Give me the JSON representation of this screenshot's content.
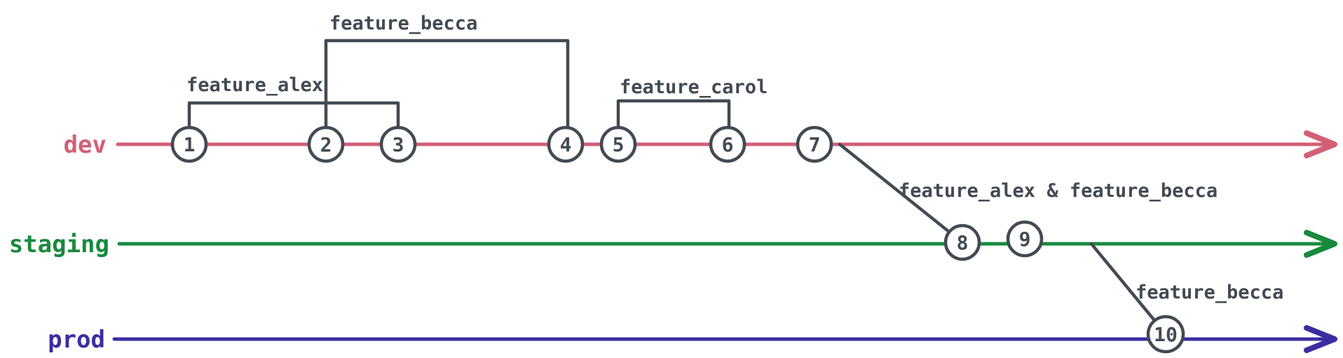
{
  "diagram": {
    "colors": {
      "stroke_slate": "#424a53",
      "dev_pink": "#d25f77",
      "staging_green": "#178a3d",
      "prod_purple": "#3b2da1",
      "background": "#ffffff"
    },
    "branches": [
      {
        "label": "dev",
        "color": "#d25f77"
      },
      {
        "label": "staging",
        "color": "#178a3d"
      },
      {
        "label": "prod",
        "color": "#3b2da1"
      }
    ],
    "commits": [
      {
        "id": "1",
        "branch": "dev"
      },
      {
        "id": "2",
        "branch": "dev"
      },
      {
        "id": "3",
        "branch": "dev"
      },
      {
        "id": "4",
        "branch": "dev"
      },
      {
        "id": "5",
        "branch": "dev"
      },
      {
        "id": "6",
        "branch": "dev"
      },
      {
        "id": "7",
        "branch": "dev"
      },
      {
        "id": "8",
        "branch": "staging"
      },
      {
        "id": "9",
        "branch": "staging"
      },
      {
        "id": "10",
        "branch": "prod"
      }
    ],
    "feature_brackets": [
      {
        "label": "feature_alex",
        "from_commit": "1",
        "to_commit": "3"
      },
      {
        "label": "feature_becca",
        "from_commit": "2",
        "to_commit": "4"
      },
      {
        "label": "feature_carol",
        "from_commit": "5",
        "to_commit": "6"
      }
    ],
    "merges": [
      {
        "label": "feature_alex & feature_becca",
        "from_branch": "dev",
        "to_branch": "staging",
        "target_commit": "8"
      },
      {
        "label": "feature_becca",
        "from_branch": "staging",
        "to_branch": "prod",
        "target_commit": "10"
      }
    ]
  }
}
